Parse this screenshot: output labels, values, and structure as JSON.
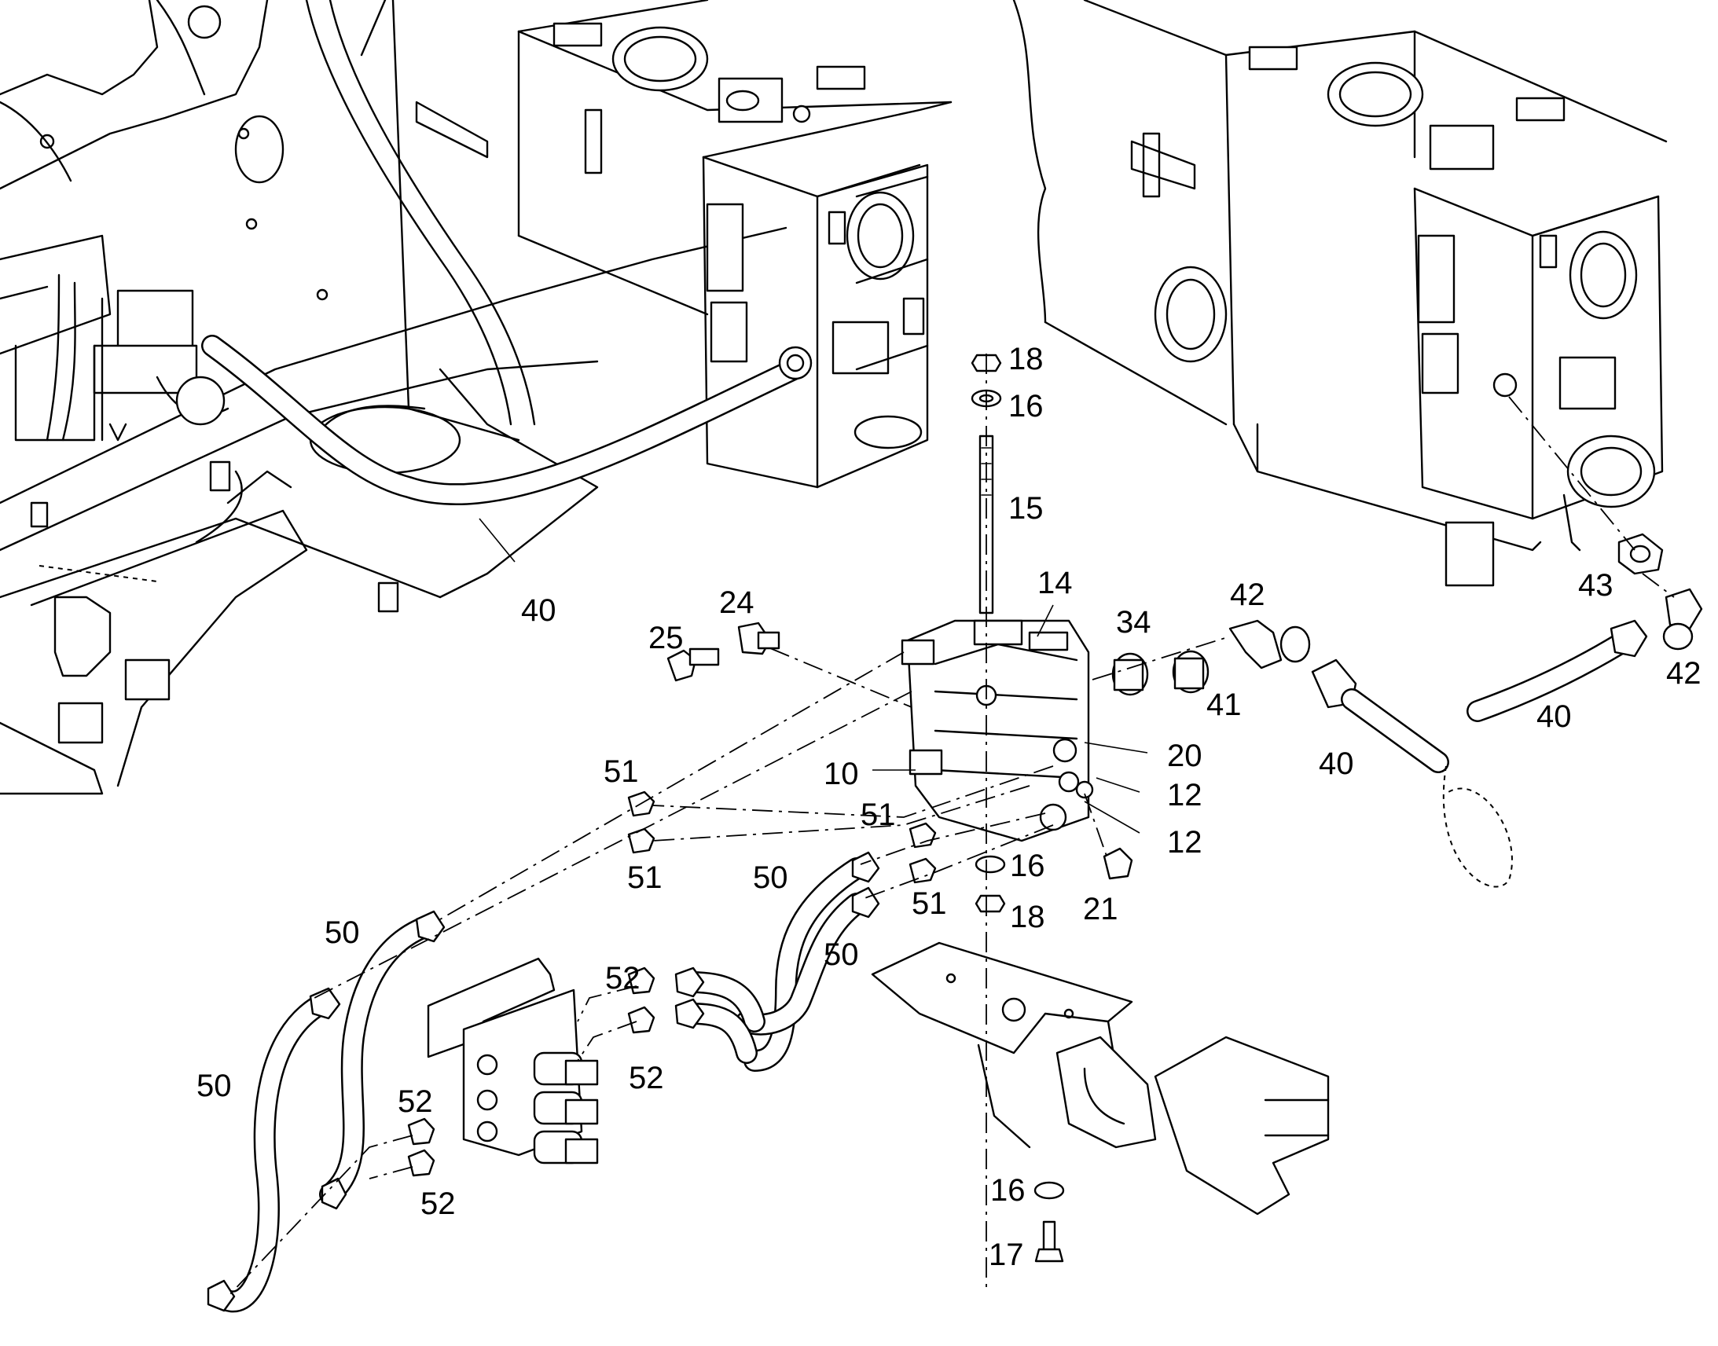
{
  "diagram": {
    "callouts": {
      "c40_main": "40",
      "c18_top": "18",
      "c16_top": "16",
      "c15": "15",
      "c14": "14",
      "c24": "24",
      "c25": "25",
      "c34": "34",
      "c42_a": "42",
      "c41": "41",
      "c43": "43",
      "c42_b": "42",
      "c40_b": "40",
      "c40_c": "40",
      "c20": "20",
      "c10": "10",
      "c12_a": "12",
      "c12_b": "12",
      "c51_a": "51",
      "c51_b": "51",
      "c51_c": "51",
      "c51_d": "51",
      "c16_mid": "16",
      "c18_mid": "18",
      "c21": "21",
      "c50_a": "50",
      "c50_b": "50",
      "c50_c": "50",
      "c50_d": "50",
      "c52_a": "52",
      "c52_b": "52",
      "c52_c": "52",
      "c52_d": "52",
      "c16_bot": "16",
      "c17": "17"
    }
  }
}
